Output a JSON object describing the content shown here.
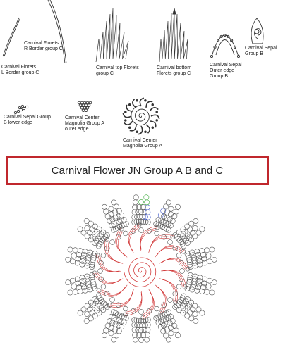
{
  "labels": {
    "r_border": "Carnival Florets\nR Border group C",
    "l_border": "Carnival Florets\nL Border group C",
    "top_florets": "Carnival top Florets\ngroup C",
    "bottom_florets": "Carnival bottom\nFlorets group C",
    "sepal_outer": "Carnival Sepal\nOuter edge\nGroup B",
    "sepal_b": "Carnival Sepal\nGroup B",
    "sepal_lower": "Carnival Sepal Group\nB lower edge",
    "center_outer": "Carnival Center\nMagnolia Group A\nouter edge",
    "center_a": "Carnival Center\nMagnolia Group A"
  },
  "title": "Carnival Flower JN Group A B and C",
  "colors": {
    "banner_border": "#c0272d",
    "group_a_center": "#d23a3a",
    "group_b_blue": "#4058c8",
    "group_c_green": "#3aa83a",
    "circles": "#555555"
  }
}
